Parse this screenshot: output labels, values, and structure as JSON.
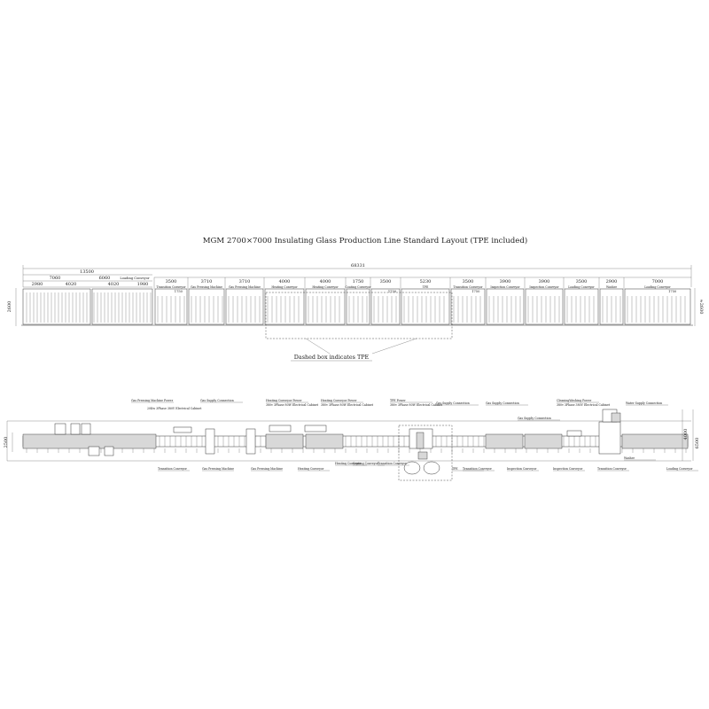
{
  "title": "MGM 2700×7000 Insulating Glass Production Line Standard Layout (TPE included)",
  "dashed_note": "Dashed box indicates TPE",
  "elevation": {
    "total_length": "68331",
    "left_group": "13500",
    "left_sub": [
      "7060",
      "6060"
    ],
    "left_sub2": [
      "2980",
      "4020",
      "4020",
      "1980"
    ],
    "loading_label_left": "Loading Conveyor",
    "height_left": "2600",
    "height_right": "≈2600",
    "segments": [
      {
        "w": "3500",
        "name": "Transition Conveyor",
        "sub": "1750"
      },
      {
        "w": "3710",
        "name": "Gas Pressing Machine",
        "sub": ""
      },
      {
        "w": "3710",
        "name": "Gas Pressing Machine",
        "sub": ""
      },
      {
        "w": "4000",
        "name": "Heating Conveyor",
        "sub": ""
      },
      {
        "w": "4000",
        "name": "Heating Conveyor",
        "sub": ""
      },
      {
        "w": "1750",
        "name": "Coating Conveyor",
        "sub": ""
      },
      {
        "w": "3500",
        "name": "",
        "sub": "1750"
      },
      {
        "w": "5230",
        "name": "TPE",
        "sub": ""
      },
      {
        "w": "3500",
        "name": "Transition Conveyor",
        "sub": "1750"
      },
      {
        "w": "3900",
        "name": "Inspection Conveyor",
        "sub": ""
      },
      {
        "w": "3900",
        "name": "Inspection Conveyor",
        "sub": ""
      },
      {
        "w": "3500",
        "name": "Loading Conveyor",
        "sub": ""
      },
      {
        "w": "2900",
        "name": "Washer",
        "sub": ""
      },
      {
        "w": "7000",
        "name": "Loading Conveyor",
        "sub": "1750"
      }
    ]
  },
  "plan": {
    "top_labels": [
      {
        "text": "Gas Pressing Machine Power",
        "sub": ""
      },
      {
        "text": "Gas Supply Connection",
        "sub": ""
      },
      {
        "text": "Heating Conveyor Power",
        "sub": "380v 3Phase 80W Electrical Cabinet"
      },
      {
        "text": "Heating Conveyor Power",
        "sub": "380v 3Phase 80W Electrical Cabinet"
      },
      {
        "text": "TPE Power",
        "sub": "380v 3Phase 80W Electrical Cabinet"
      },
      {
        "text": "Gas Supply Connection",
        "sub": ""
      },
      {
        "text": "Gas Supply Connection",
        "sub": ""
      },
      {
        "text": "Gas Supply Connection",
        "sub": ""
      },
      {
        "text": "CleaningWashing Power",
        "sub": "380v 3Phase 380V Electrical Cabinet"
      },
      {
        "text": "Water Supply Connection",
        "sub": ""
      }
    ],
    "sub_label_power": "20Kw 3Phase 380V Electrical Cabinet",
    "bottom_labels": [
      "Transition Conveyor",
      "Gas Pressing Machine",
      "Gas Pressing Machine",
      "Heating Conveyor",
      "Heating Conveyor",
      "Coating Conveyor",
      "Transition Conveyor",
      "TPE",
      "Transition Conveyor",
      "Inspection Conveyor",
      "Inspection Conveyor",
      "Transition Conveyor",
      "Washer",
      "Loading Conveyor"
    ],
    "dim_left": "2500",
    "dim_right_a": "4000",
    "dim_right_b": "6500"
  }
}
